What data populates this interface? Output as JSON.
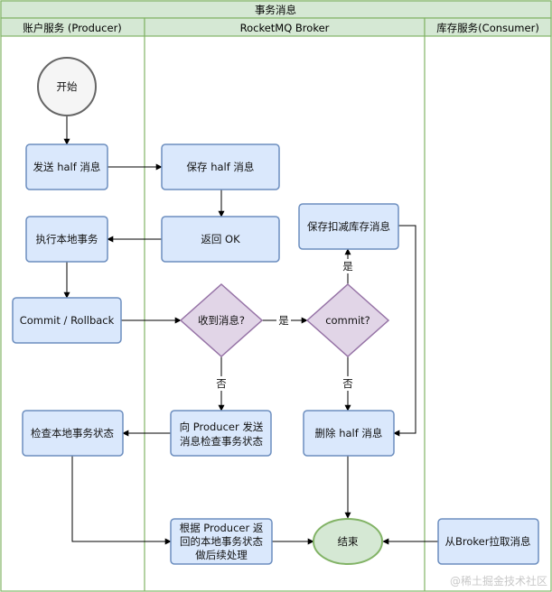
{
  "diagram": {
    "title": "事务消息",
    "lanes": [
      {
        "id": "producer",
        "label": "账户服务 (Producer)"
      },
      {
        "id": "broker",
        "label": "RocketMQ Broker"
      },
      {
        "id": "consumer",
        "label": "库存服务(Consumer)"
      }
    ],
    "nodes": {
      "start": "开始",
      "send_half": "发送 half 消息",
      "save_half": "保存 half 消息",
      "exec_local": "执行本地事务",
      "return_ok": "返回 OK",
      "save_deduct": "保存扣减库存消息",
      "commit_rollback": "Commit / Rollback",
      "received": "收到消息?",
      "commit_q": "commit?",
      "check_local": "检查本地事务状态",
      "send_check": [
        "向 Producer 发送",
        "消息检查事务状态"
      ],
      "delete_half": "删除 half 消息",
      "follow_up": [
        "根据 Producer 返",
        "回的本地事务状态",
        "做后续处理"
      ],
      "end": "结束",
      "pull": "从Broker拉取消息"
    },
    "edge_labels": {
      "yes1": "是",
      "yes2": "是",
      "no1": "否",
      "no2": "否"
    },
    "watermark": "@稀土掘金技术社区"
  },
  "colors": {
    "lane_header": "#d5e8d4",
    "lane_border": "#82b366",
    "process_fill": "#dae8fc",
    "process_stroke": "#6c8ebf",
    "decision_fill": "#e1d5e7",
    "decision_stroke": "#9673a6",
    "start_fill": "#f5f5f5",
    "start_stroke": "#666666",
    "end_fill": "#d5e8d4",
    "end_stroke": "#82b366"
  }
}
